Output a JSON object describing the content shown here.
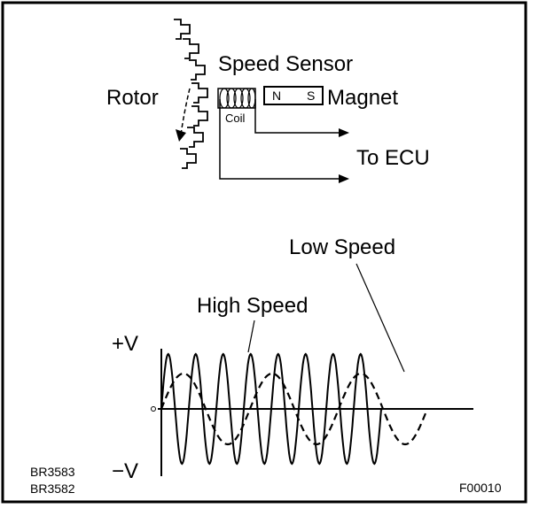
{
  "labels": {
    "speed_sensor": "Speed Sensor",
    "rotor": "Rotor",
    "coil": "Coil",
    "magnet_n": "N",
    "magnet_s": "S",
    "magnet": "Magnet",
    "to_ecu": "To ECU",
    "low_speed": "Low Speed",
    "high_speed": "High Speed",
    "plus_v": "+V",
    "minus_v": "−V",
    "zero": "0",
    "code_br3583": "BR3583",
    "code_br3582": "BR3582",
    "code_f00010": "F00010"
  }
}
